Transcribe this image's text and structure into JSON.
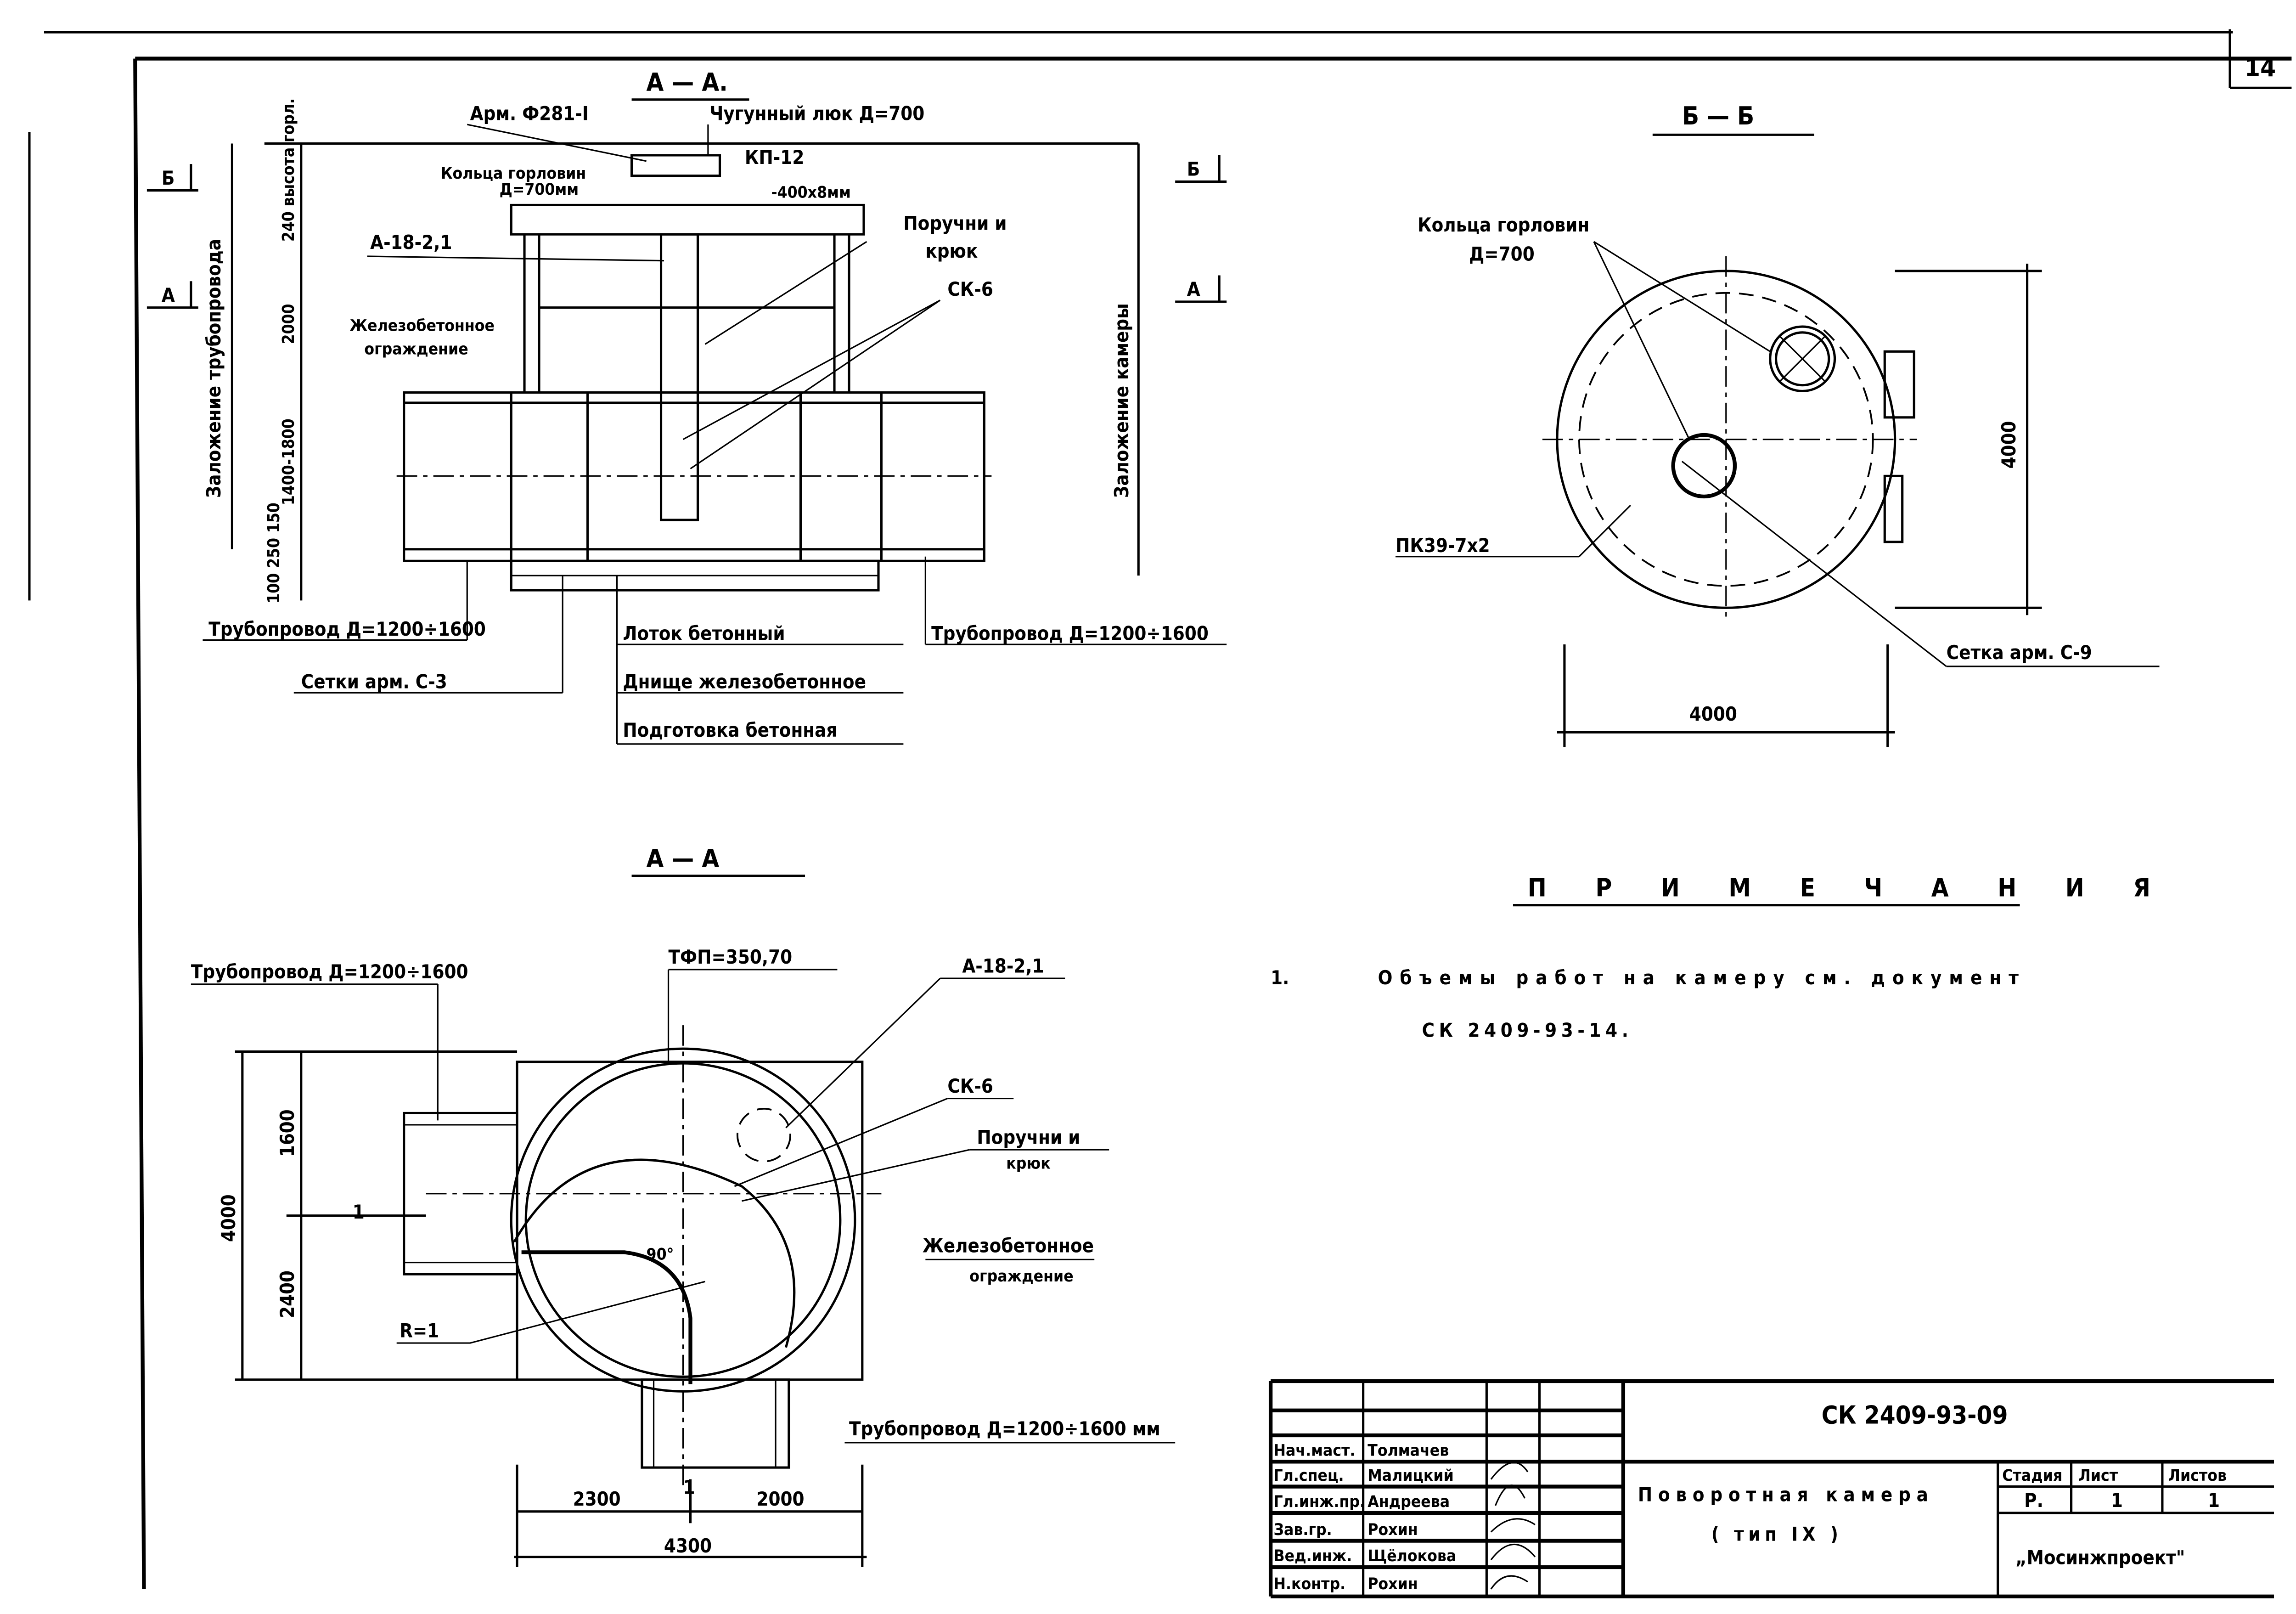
{
  "sheet_number": "14",
  "section_1_1": {
    "title": "А — А.",
    "labels": {
      "arm": "Арм. Ф281-I",
      "hatch": "Чугунный люк Д=700",
      "kp": "КП-12",
      "ring": "Кольца горловин",
      "ring_d": "Д=700мм",
      "plate": "-400х8мм",
      "slab": "А-18-2,1",
      "rail": "Поручни и",
      "rail2": "крюк",
      "sk": "СК-6",
      "fence": "Железобетонное",
      "fence2": "ограждение",
      "pipe_left": "Трубопровод Д=1200÷1600",
      "pipe_right": "Трубопровод Д=1200÷1600",
      "tray": "Лоток бетонный",
      "bottom": "Днище железобетонное",
      "prep": "Подготовка бетонная",
      "mesh": "Сетки арм. С-3",
      "depth_pipe": "Заложение трубопровода",
      "depth_chamber": "Заложение камеры",
      "neck_h": "240 высота горл.",
      "dim_2000": "2000",
      "dim_pipe": "1400-1800",
      "dim_small": "100 250 150",
      "cut_b_left": "Б",
      "cut_b_right": "Б",
      "cut_a_left": "А",
      "cut_a_right": "А"
    }
  },
  "section_b_b": {
    "title": "Б — Б",
    "ring": "Кольца горловин",
    "ring_d": "Д=700",
    "pk": "ПК39-7х2",
    "mesh": "Сетка арм. С-9",
    "dim_h": "4000",
    "dim_w": "4000"
  },
  "section_a_a": {
    "title": "А — А",
    "pipe_top": "Трубопровод Д=1200÷1600",
    "tfp": "ТФП=350,70",
    "slab": "А-18-2,1",
    "sk": "СК-6",
    "rail": "Поручни и",
    "rail2": "крюк",
    "fence": "Железобетонное",
    "fence2": "ограждение",
    "radius": "R=1",
    "angle": "90°",
    "pipe_bottom": "Трубопровод Д=1200÷1600 мм",
    "dim_1600": "1600",
    "dim_2400": "2400",
    "dim_4000": "4000",
    "dim_2300": "2300",
    "dim_2000": "2000",
    "dim_4300": "4300",
    "cut_1": "1",
    "cut_1b": "1"
  },
  "notes": {
    "title": "П Р И М Е Ч А Н И Я",
    "num": "1.",
    "line1": "Объемы работ на камеру см. документ",
    "line2": "СК 2409-93-14."
  },
  "title_block": {
    "code": "СК 2409-93-09",
    "title": "Поворотная камера",
    "subtitle": "( тип IX )",
    "org": "„Мосинжпроект\"",
    "stage_h": "Стадия",
    "sheet_h": "Лист",
    "sheets_h": "Листов",
    "stage": "Р.",
    "sheet": "1",
    "sheets": "1",
    "roles": [
      {
        "role": "Нач.маст.",
        "name": "Толмачев"
      },
      {
        "role": "Гл.спец.",
        "name": "Малицкий"
      },
      {
        "role": "Гл.инж.пр.",
        "name": "Андреева"
      },
      {
        "role": "Зав.гр.",
        "name": "Рохин"
      },
      {
        "role": "Вед.инж.",
        "name": "Щёлокова"
      },
      {
        "role": "Н.контр.",
        "name": "Рохин"
      }
    ]
  }
}
